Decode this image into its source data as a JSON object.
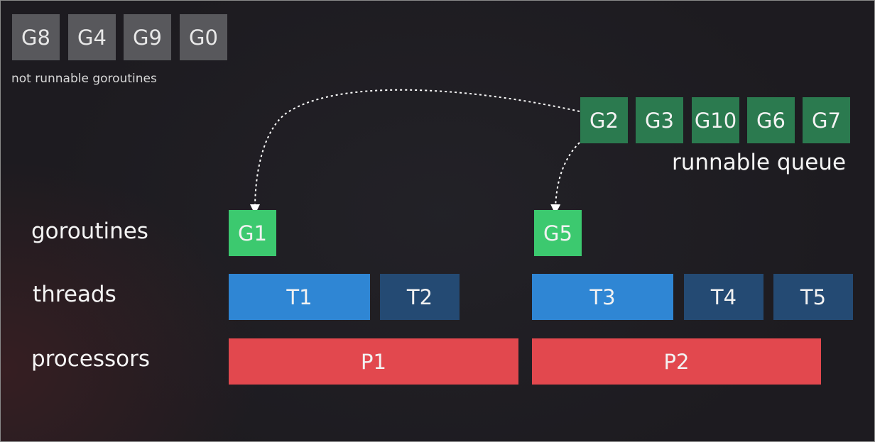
{
  "not_runnable": {
    "items": [
      "G8",
      "G4",
      "G9",
      "G0"
    ],
    "caption": "not runnable goroutines"
  },
  "runnable_queue": {
    "items": [
      "G2",
      "G3",
      "G10",
      "G6",
      "G7"
    ],
    "caption": "runnable queue"
  },
  "rows": {
    "goroutines": "goroutines",
    "threads": "threads",
    "processors": "processors"
  },
  "running_goroutines": [
    "G1",
    "G5"
  ],
  "threads": [
    "T1",
    "T2",
    "T3",
    "T4",
    "T5"
  ],
  "processors": [
    "P1",
    "P2"
  ],
  "colors": {
    "not_runnable": "#58585c",
    "queued": "#2b7a4f",
    "running": "#3cc96f",
    "thread_active": "#2f86d4",
    "thread_idle": "#244a73",
    "processor": "#e2484e"
  }
}
